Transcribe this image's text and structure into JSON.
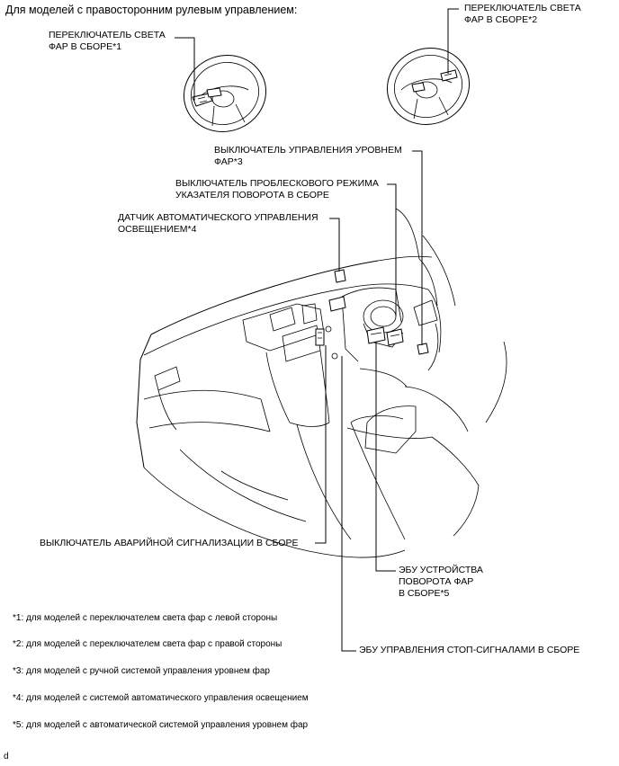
{
  "title": "Для моделей с правосторонним рулевым управлением:",
  "labels": {
    "headlight_switch_1": "ПЕРЕКЛЮЧАТЕЛЬ СВЕТА\nФАР В СБОРЕ*1",
    "headlight_switch_2": "ПЕРЕКЛЮЧАТЕЛЬ СВЕТА\nФАР В СБОРЕ*2",
    "leveling_switch": "ВЫКЛЮЧАТЕЛЬ УПРАВЛЕНИЯ УРОВНЕМ\nФАР*3",
    "flasher_switch": "ВЫКЛЮЧАТЕЛЬ ПРОБЛЕСКОВОГО РЕЖИМА\nУКАЗАТЕЛЯ ПОВОРОТА В СБОРЕ",
    "auto_light_sensor": "ДАТЧИК АВТОМАТИЧЕСКОГО УПРАВЛЕНИЯ\nОСВЕЩЕНИЕМ*4",
    "hazard_switch": "ВЫКЛЮЧАТЕЛЬ АВАРИЙНОЙ СИГНАЛИЗАЦИИ В СБОРЕ",
    "swivel_ecu": "ЭБУ УСТРОЙСТВА\nПОВОРОТА ФАР\nВ СБОРЕ*5",
    "stop_lamp_ecu": "ЭБУ УПРАВЛЕНИЯ СТОП-СИГНАЛАМИ В СБОРЕ"
  },
  "notes": [
    "*1: для моделей с переключателем света фар с левой стороны",
    "*2: для моделей с переключателем света фар с правой стороны",
    "*3: для моделей с ручной системой управления уровнем фар",
    "*4: для моделей с системой автоматического управления освещением",
    "*5: для моделей с автоматической системой управления уровнем фар"
  ],
  "corner_mark": "d"
}
